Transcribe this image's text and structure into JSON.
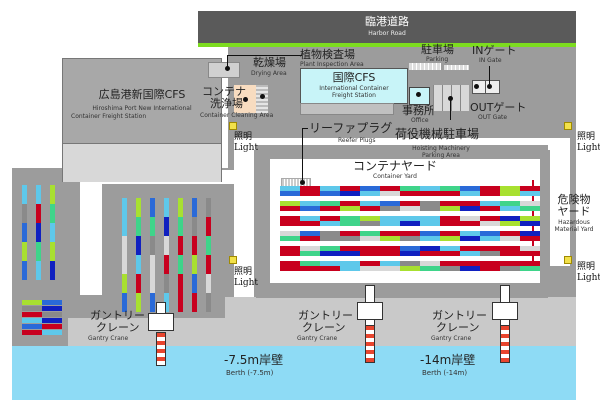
{
  "road": {
    "jp": "臨港道路",
    "en": "Harbor Road"
  },
  "cfs_new": {
    "jp": "広島港新国際CFS",
    "en1": "Hiroshima Port New International",
    "en2": "Container Freight Station"
  },
  "plant": {
    "jp": "植物検査場",
    "en": "Plant Inspection Area"
  },
  "drying": {
    "jp": "乾燥場",
    "en": "Drying Area"
  },
  "cleaning": {
    "jp1": "コンテナ",
    "jp2": "洗浄場",
    "en": "Container Cleaning Area"
  },
  "intl_cfs": {
    "jp": "国際CFS",
    "en1": "International Container",
    "en2": "Freight Station"
  },
  "parking": {
    "jp": "駐車場",
    "en": "Parking"
  },
  "in_gate": {
    "jp": "INゲート",
    "en": "IN Gate"
  },
  "out_gate": {
    "jp": "OUTゲート",
    "en": "OUT Gate"
  },
  "office": {
    "jp": "事務所",
    "en": "Office"
  },
  "machinery": {
    "jp": "荷役機械駐車場",
    "en1": "Hoisting Machinery",
    "en2": "Parking Area"
  },
  "reefer": {
    "jp": "リーファプラグ",
    "en": "Reefer Plugs"
  },
  "yard": {
    "jp": "コンテナヤード",
    "en": "Container Yard"
  },
  "hazard": {
    "jp1": "危険物",
    "jp2": "ヤード",
    "en1": "Hazardous",
    "en2": "Material Yard"
  },
  "light": {
    "jp": "照明",
    "en": "Light"
  },
  "crane": {
    "jp1": "ガントリー",
    "jp2": "クレーン",
    "en": "Gantry Crane"
  },
  "berth1": {
    "jp": "-7.5m岸壁",
    "en": "Berth (-7.5m)"
  },
  "berth2": {
    "jp": "-14m岸壁",
    "en": "Berth (-14m)"
  },
  "colors": {
    "road": "#5a5a5a",
    "road_edge": "#7ddc1f",
    "ground": "#9c9c9c",
    "quay": "#c9c9c9",
    "water": "#8edbf5",
    "cfs": "#c8f4f8",
    "cleaning": "#f8dcc0",
    "light": "#f2e14a",
    "container_palette": [
      "#c8001e",
      "#c8001e",
      "#c8001e",
      "#8a8a8a",
      "#5ec8ea",
      "#2a6ad8",
      "#3fd48a",
      "#d8d8d8",
      "#1020c0",
      "#a8e030"
    ]
  }
}
